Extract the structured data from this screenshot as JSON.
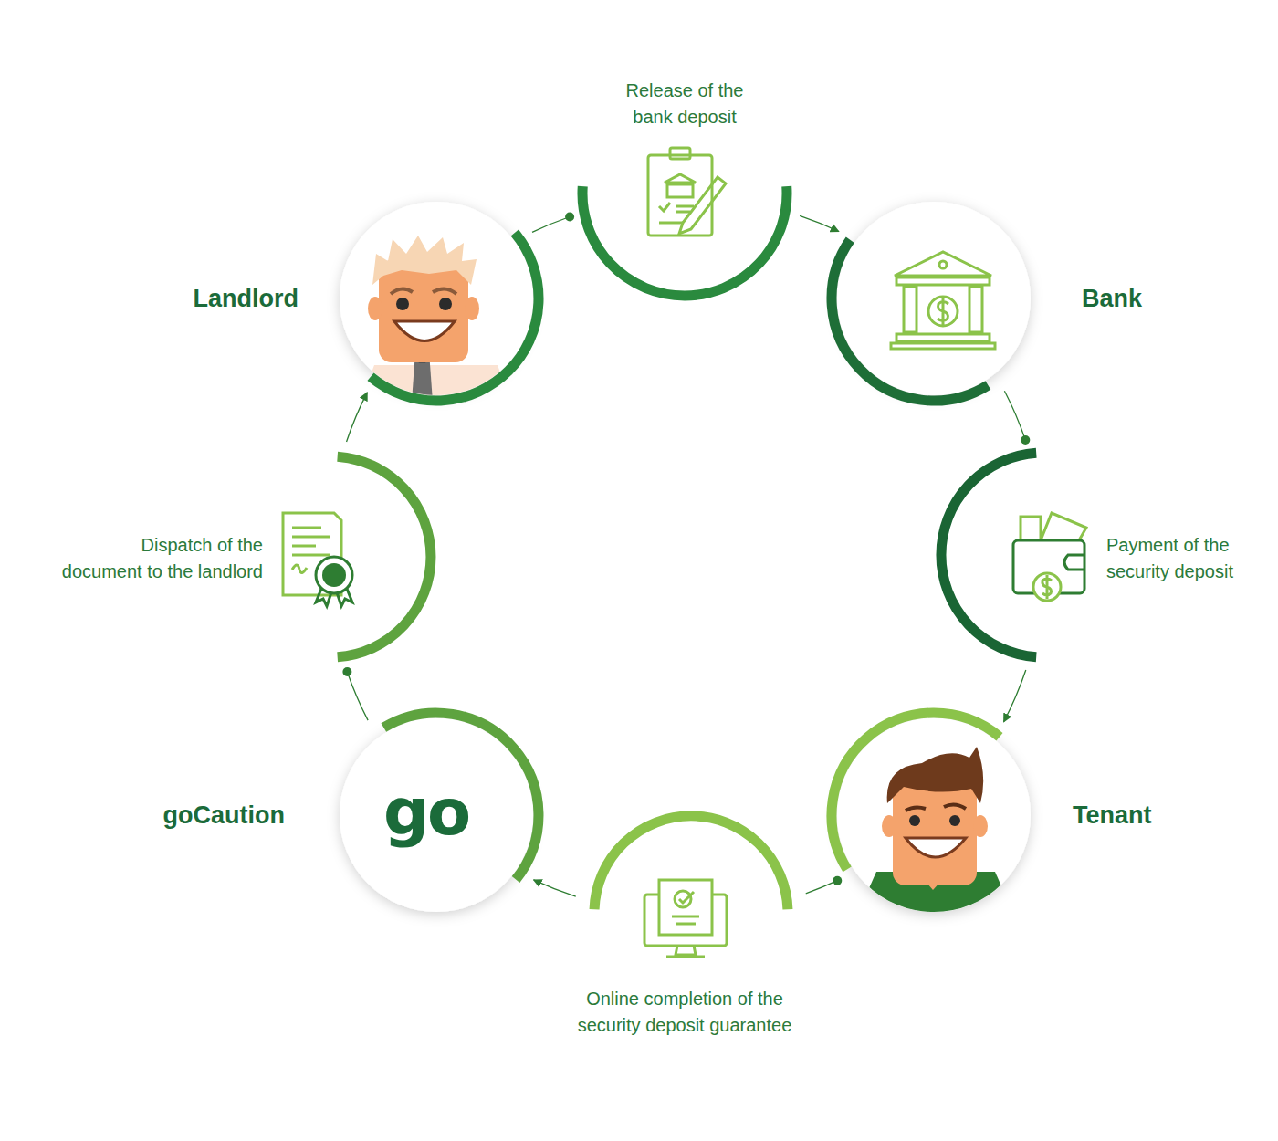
{
  "diagram": {
    "nodes": [
      {
        "text": [
          "Landlord"
        ]
      },
      {
        "text": [
          "Release of the bank deposit"
        ]
      },
      {
        "text": [
          "Bank"
        ]
      },
      {
        "text": [
          "Payment of the security deposit"
        ]
      },
      {
        "text": [
          "Tenant"
        ]
      },
      {
        "text": [
          "Online completion of the security deposit guarantee"
        ]
      },
      {
        "text": [
          "goCaution",
          "go"
        ]
      },
      {
        "text": [
          "Dispatch of the document to the landlord"
        ]
      }
    ],
    "edges": [
      {
        "from": 0,
        "to": 1,
        "arrow": "none"
      },
      {
        "from": 1,
        "to": 2,
        "arrow": "to"
      },
      {
        "from": 2,
        "to": 3,
        "arrow": "none"
      },
      {
        "from": 3,
        "to": 4,
        "arrow": "to"
      },
      {
        "from": 4,
        "to": 5,
        "arrow": "none"
      },
      {
        "from": 5,
        "to": 6,
        "arrow": "to"
      },
      {
        "from": 6,
        "to": 7,
        "arrow": "none"
      },
      {
        "from": 7,
        "to": 0,
        "arrow": "to"
      }
    ]
  }
}
